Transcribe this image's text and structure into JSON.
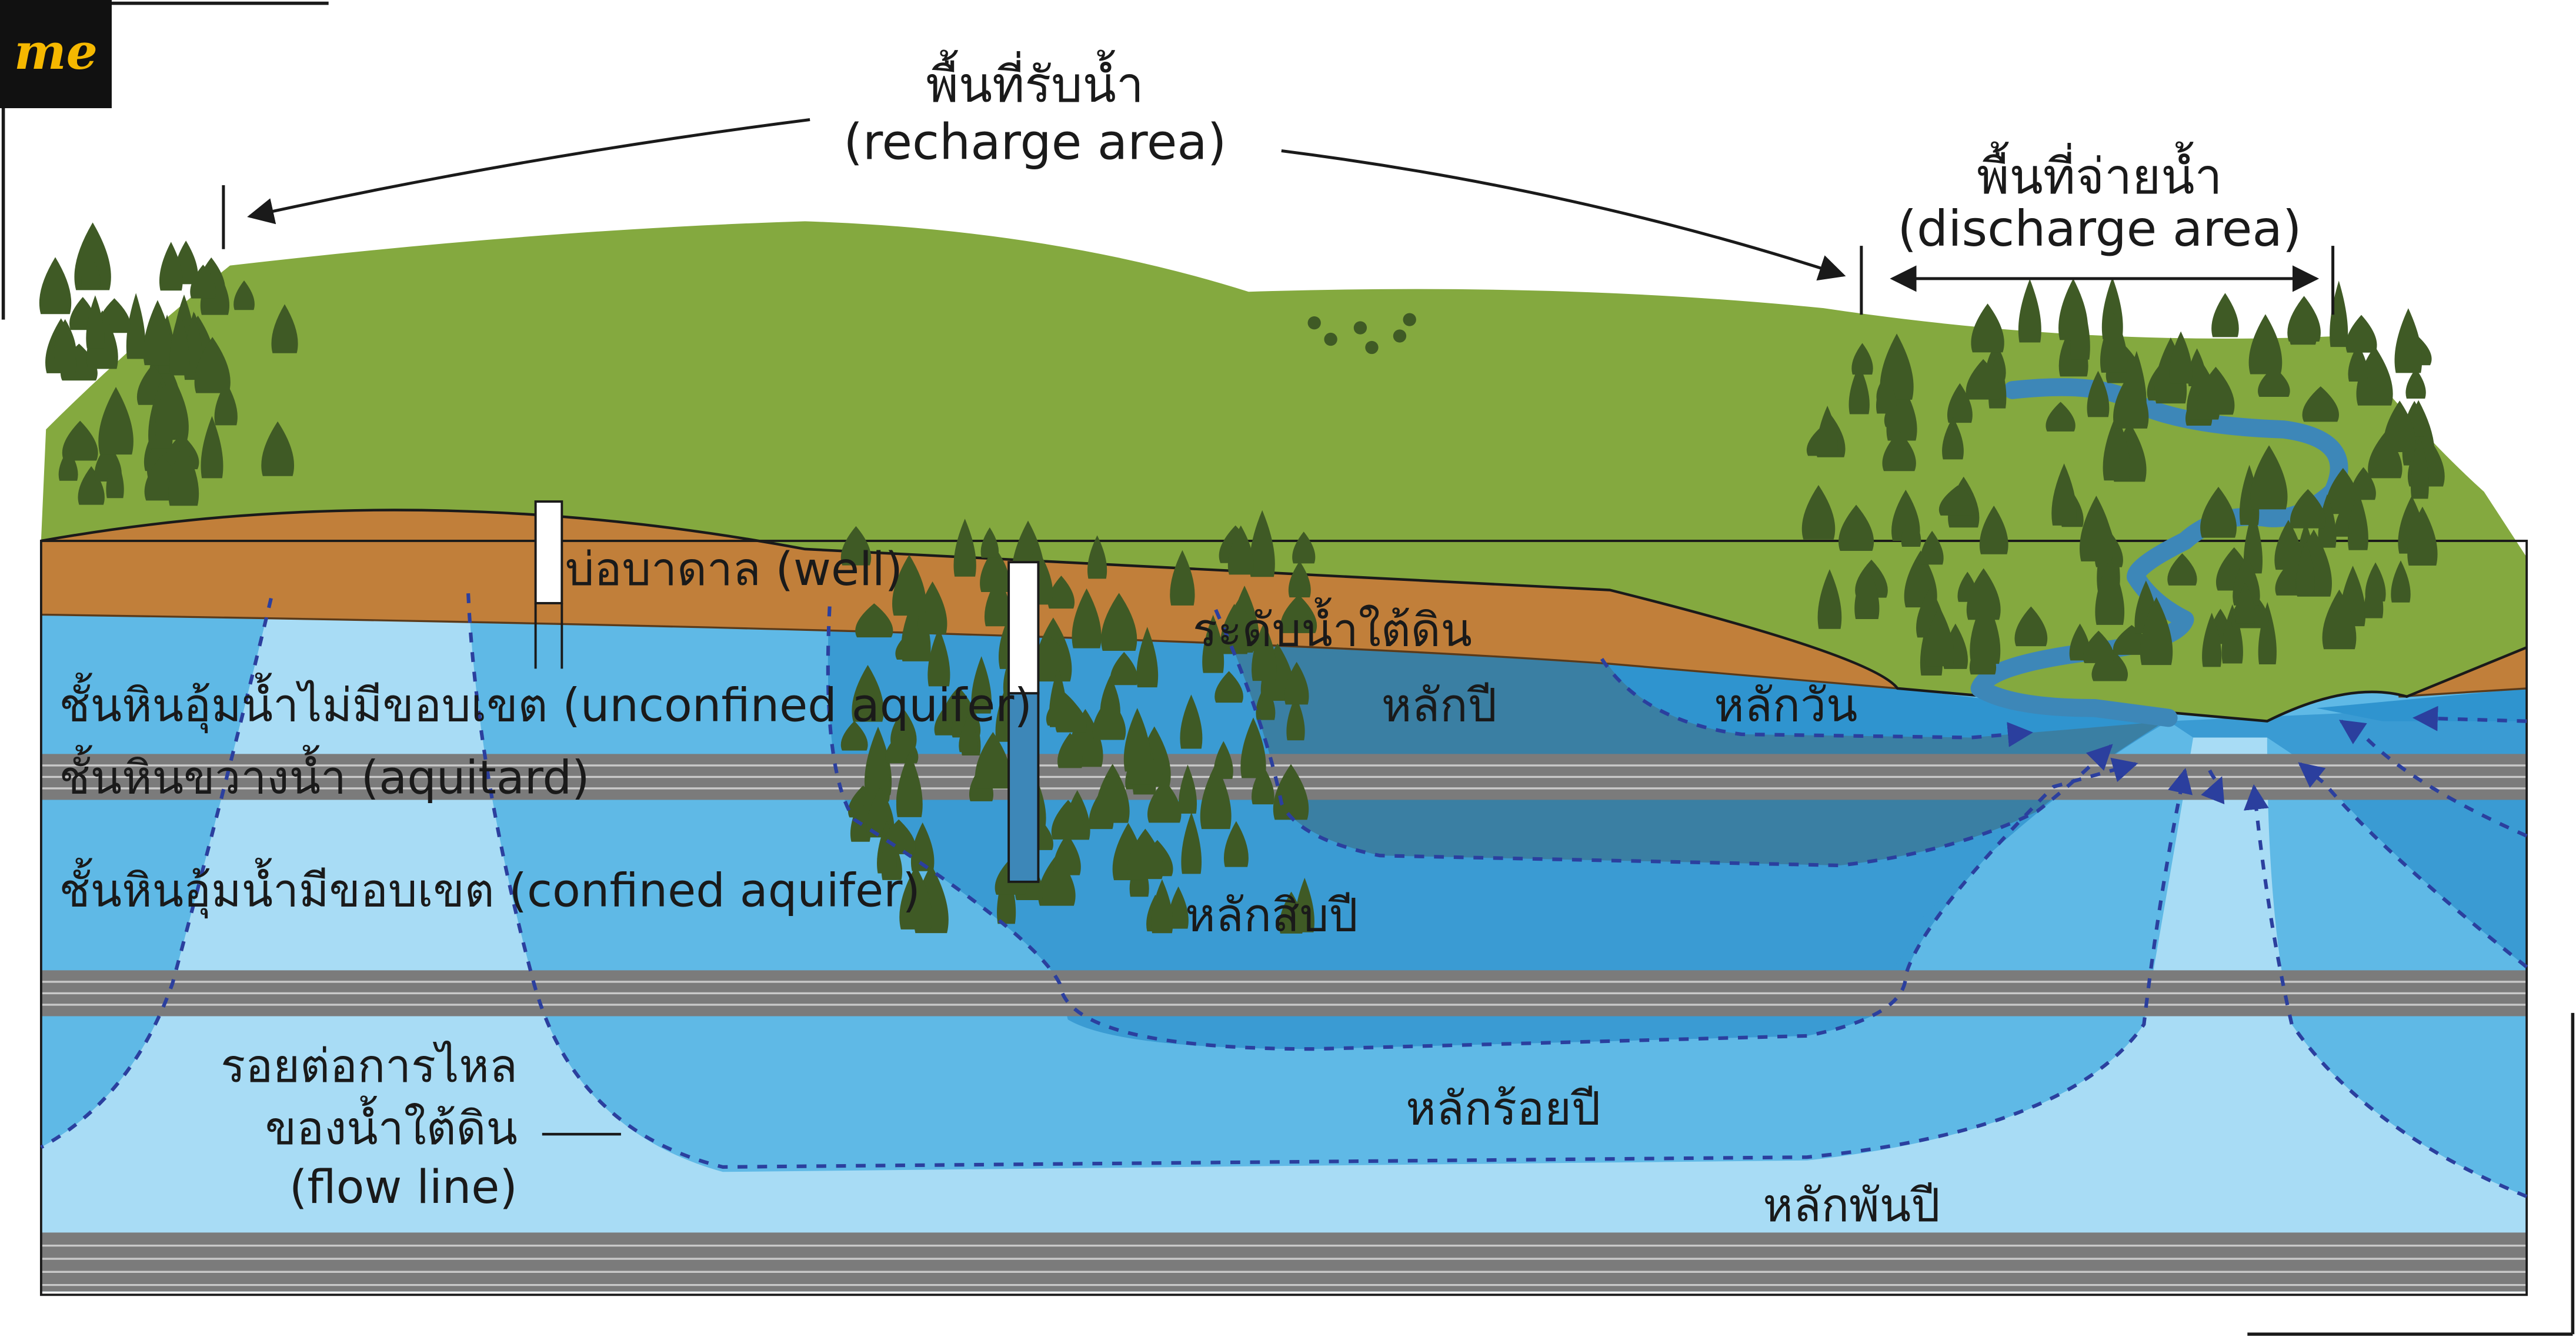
{
  "logo": {
    "text": "me"
  },
  "labels": {
    "recharge_th": "พื้นที่รับน้ำ",
    "recharge_en": "(recharge area)",
    "discharge_th": "พื้นที่จ่ายน้ำ",
    "discharge_en": "(discharge area)",
    "well": "บ่อบาดาล (well)",
    "water_table": "ระดับน้ำใต้ดิน",
    "unconfined": "ชั้นหินอุ้มน้ำไม่มีขอบเขต (unconfined aquifer)",
    "aquitard": "ชั้นหินขวางน้ำ (aquitard)",
    "confined": "ชั้นหินอุ้มน้ำมีขอบเขต (confined aquifer)",
    "flowline_th1": "รอยต่อการไหล",
    "flowline_th2": "ของน้ำใต้ดิน",
    "flowline_en": "(flow line)",
    "days": "หลักวัน",
    "years": "หลักปี",
    "decades": "หลักสิบปี",
    "centuries": "หลักร้อยปี",
    "millennia": "หลักพันปี"
  },
  "colors": {
    "grass": "#84a93f",
    "soil": "#c17f3a",
    "water_light": "#a8dcf5",
    "water_mid": "#5fb9e6",
    "water_deep": "#3a9bd3",
    "water_dark": "#3a7fa3",
    "aquitard": "#7b7b7b",
    "tree": "#3f5a25",
    "river": "#3d87b8",
    "flow": "#2b3f9e"
  }
}
